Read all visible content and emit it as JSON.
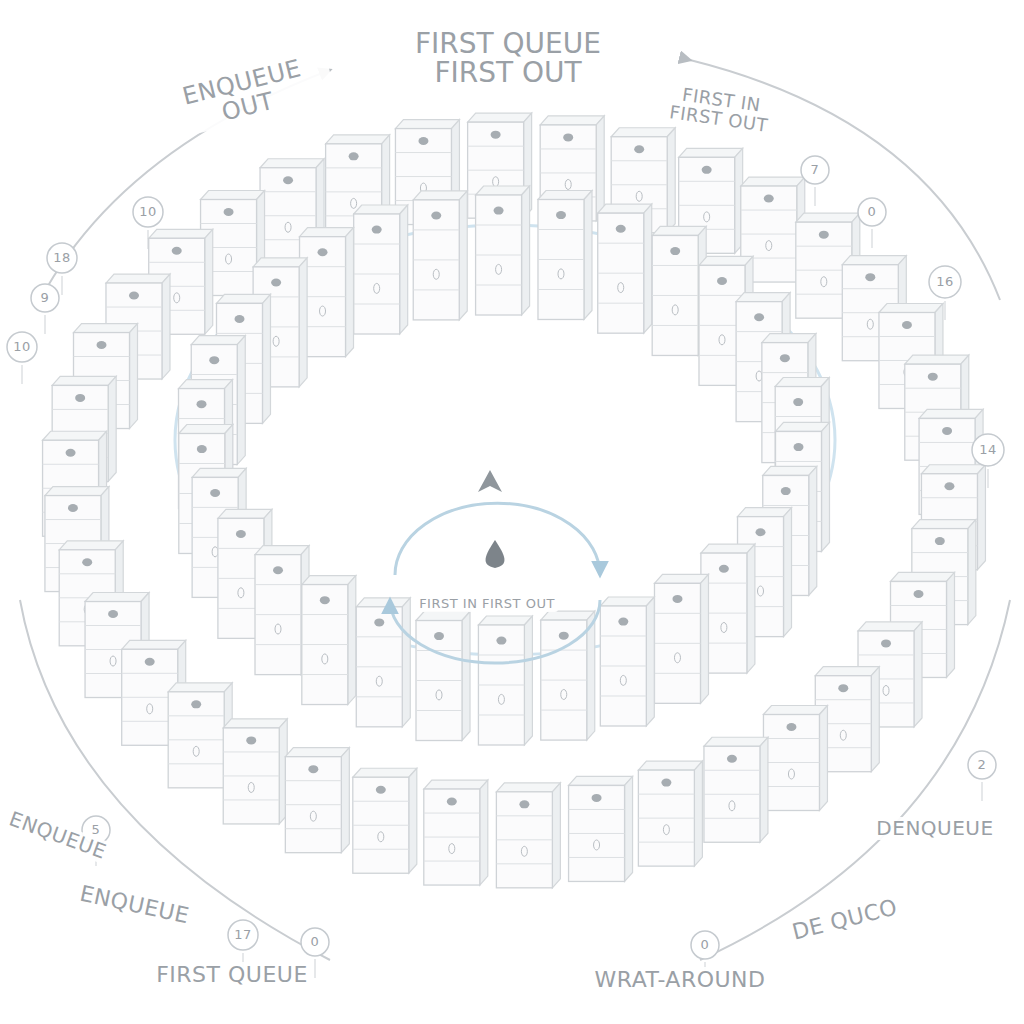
{
  "diagram": {
    "title": "FIRST QUEUE FIRST OUT",
    "labels": [
      "ENQUEUE OUT",
      "FIRST IN FIRST OUT",
      "10",
      "18",
      "9",
      "10",
      "7",
      "0",
      "16",
      "14",
      "2",
      "5",
      "17",
      "0",
      "0",
      "FIRST IN FIRST OUT",
      "ENQUEUE",
      "ENQUEUE",
      "FIRST QUEUE",
      "WRAT-AROUND",
      "DE QUCO",
      "DENQUEUE"
    ]
  }
}
